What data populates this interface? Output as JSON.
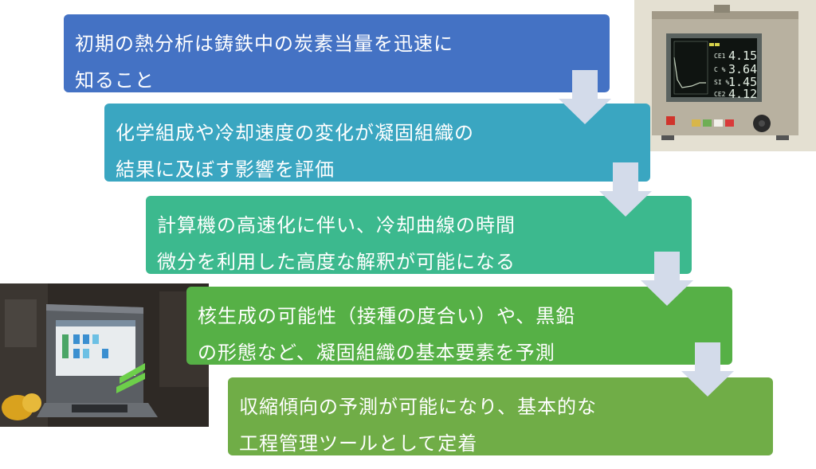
{
  "steps": [
    {
      "lines": [
        "初期の熱分析は鋳鉄中の炭素当量を迅速に",
        "知ること"
      ],
      "color": "#4472c4"
    },
    {
      "lines": [
        "化学組成や冷却速度の変化が凝固組織の",
        "結果に及ぼす影響を評価"
      ],
      "color": "#3aa6c1"
    },
    {
      "lines": [
        "計算機の高速化に伴い、冷却曲線の時間",
        "微分を利用した高度な解釈が可能になる"
      ],
      "color": "#3cb98e"
    },
    {
      "lines": [
        "核生成の可能性（接種の度合い）や、黒鉛",
        "の形態など、凝固組織の基本要素を予測"
      ],
      "color": "#56b046"
    },
    {
      "lines": [
        "収縮傾向の予測が可能になり、基本的な",
        "工程管理ツールとして定着"
      ],
      "color": "#70ad47"
    }
  ],
  "arrow_color": "#d3dbea",
  "device_display": {
    "readouts": [
      {
        "label": "CE1",
        "value": "4.15"
      },
      {
        "label": "C %",
        "value": "3.64"
      },
      {
        "label": "SI %",
        "value": "1.45"
      },
      {
        "label": "CE2",
        "value": "4.12"
      }
    ]
  }
}
